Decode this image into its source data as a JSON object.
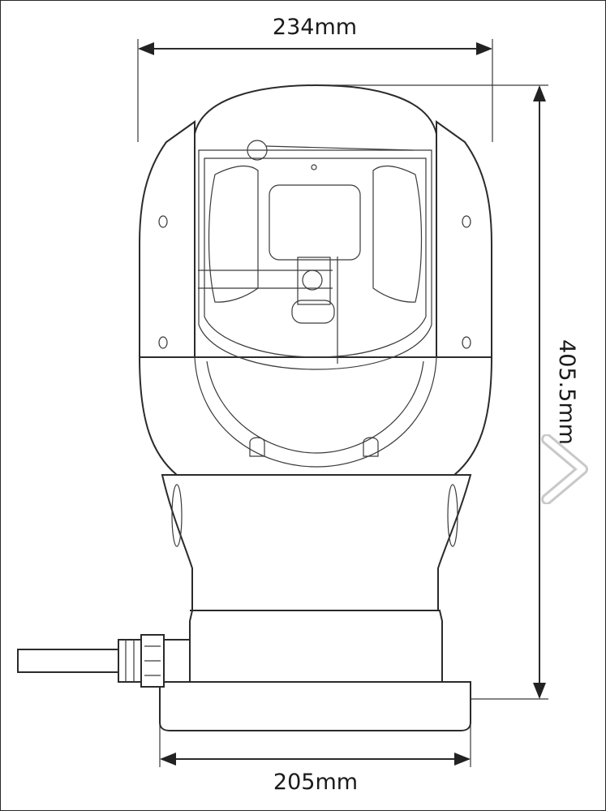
{
  "dimensions": {
    "top_width": "234mm",
    "height": "405.5mm",
    "base_width": "205mm"
  },
  "navigation": {
    "next_icon": "chevron-right-icon"
  },
  "colors": {
    "line": "#2b2b2b",
    "background": "#ffffff"
  }
}
